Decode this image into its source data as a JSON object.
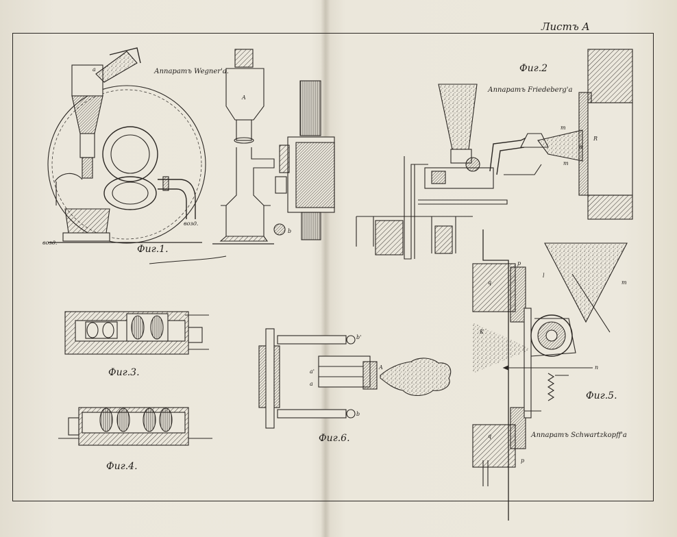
{
  "sheet_label": "Листъ A",
  "figures": {
    "fig1": {
      "caption": "Фиг.1.",
      "apparatus": "Аппаратъ Wegner'а.",
      "letters": {
        "a": "a",
        "A": "A",
        "air1": "возд.",
        "air2": "возд.",
        "b": "b"
      }
    },
    "fig2": {
      "caption": "Фиг.2",
      "apparatus": "Аппаратъ Friedeberg'а",
      "letters": {
        "R": "R",
        "m1": "m",
        "m2": "m",
        "n": "n"
      }
    },
    "fig3": {
      "caption": "Фиг.3."
    },
    "fig4": {
      "caption": "Фиг.4."
    },
    "fig5": {
      "caption": "Фиг.5.",
      "apparatus": "Аппаратъ Schwartzkopff'а",
      "letters": {
        "K": "K",
        "l": "l",
        "m": "m",
        "n": "n",
        "q1": "q",
        "q2": "q",
        "p1": "p",
        "p2": "p"
      }
    },
    "fig6": {
      "caption": "Фиг.6.",
      "letters": {
        "A": "A",
        "b1": "b'",
        "b2": "b",
        "a1": "a'",
        "a2": "a"
      }
    }
  }
}
